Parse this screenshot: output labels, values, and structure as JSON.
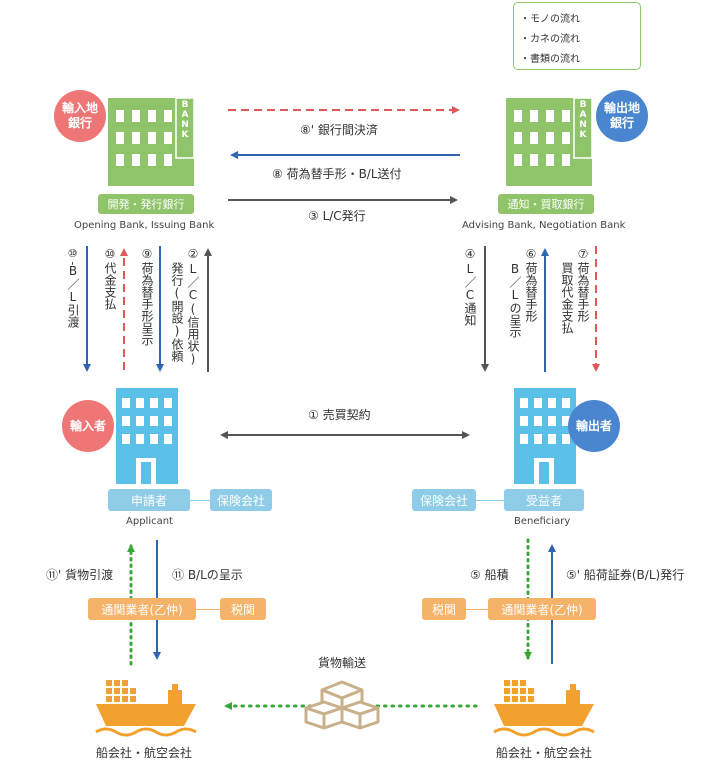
{
  "legend": {
    "goods": "・モノの流れ",
    "money": "・カネの流れ",
    "documents": "・書類の流れ"
  },
  "banks": {
    "import_bank_circle": "輸入地\n銀行",
    "export_bank_circle": "輸出地\n銀行",
    "bank_sign": "BANK",
    "issuing_tag": "開発・発行銀行",
    "issuing_en": "Opening Bank, Issuing Bank",
    "advising_tag": "通知・買取銀行",
    "advising_en": "Advising Bank, Negotiation Bank"
  },
  "parties": {
    "importer_circle": "輸入者",
    "exporter_circle": "輸出者",
    "applicant_tag": "申請者",
    "applicant_en": "Applicant",
    "insurance_left": "保険会社",
    "insurance_right": "保険会社",
    "beneficiary_tag": "受益者",
    "beneficiary_en": "Beneficiary"
  },
  "customs": {
    "broker_left": "通関業者(乙仲)",
    "customs_left": "税関",
    "broker_right": "通関業者(乙仲)",
    "customs_right": "税関"
  },
  "shipping": {
    "carrier_left": "船会社・航空会社",
    "carrier_right": "船会社・航空会社",
    "transport": "貨物輸送"
  },
  "steps": {
    "s8p": "⑧' 銀行間決済",
    "s8": "⑧ 荷為替手形・B/L送付",
    "s3": "③ L/C発行",
    "s1": "① 売買契約",
    "s10p_num": "⑩'",
    "s10p_text": "B／L引渡",
    "s10_num": "⑩",
    "s10_text": "代金支払",
    "s9_num": "⑨",
    "s9_text": "荷為替手形呈示",
    "s2_num": "②",
    "s2_col1": "L／C(信用状)",
    "s2_col2": "発行(開設)依頼",
    "s4_num": "④",
    "s4_text": "L／C通知",
    "s6_num": "⑥",
    "s6_col1": "荷為替手形",
    "s6_col2": "B／Lの呈示",
    "s7_num": "⑦",
    "s7_col1": "荷為替手形",
    "s7_col2": "買取代金支払",
    "s11p": "⑪' 貨物引渡",
    "s11": "⑪ B/Lの呈示",
    "s5": "⑤ 船積",
    "s5p": "⑤' 船荷証券(B/L)発行"
  },
  "colors": {
    "green": "#3aa63a",
    "red": "#e05a5a",
    "blue": "#2e64b0",
    "gray": "#555555",
    "pink_circle": "#ef7676",
    "blue_circle": "#4a86cf",
    "bank_green": "#8fc46a",
    "building_blue": "#5bc0e8",
    "ship_orange": "#f2a12e",
    "box_tan": "#c8b08a"
  }
}
